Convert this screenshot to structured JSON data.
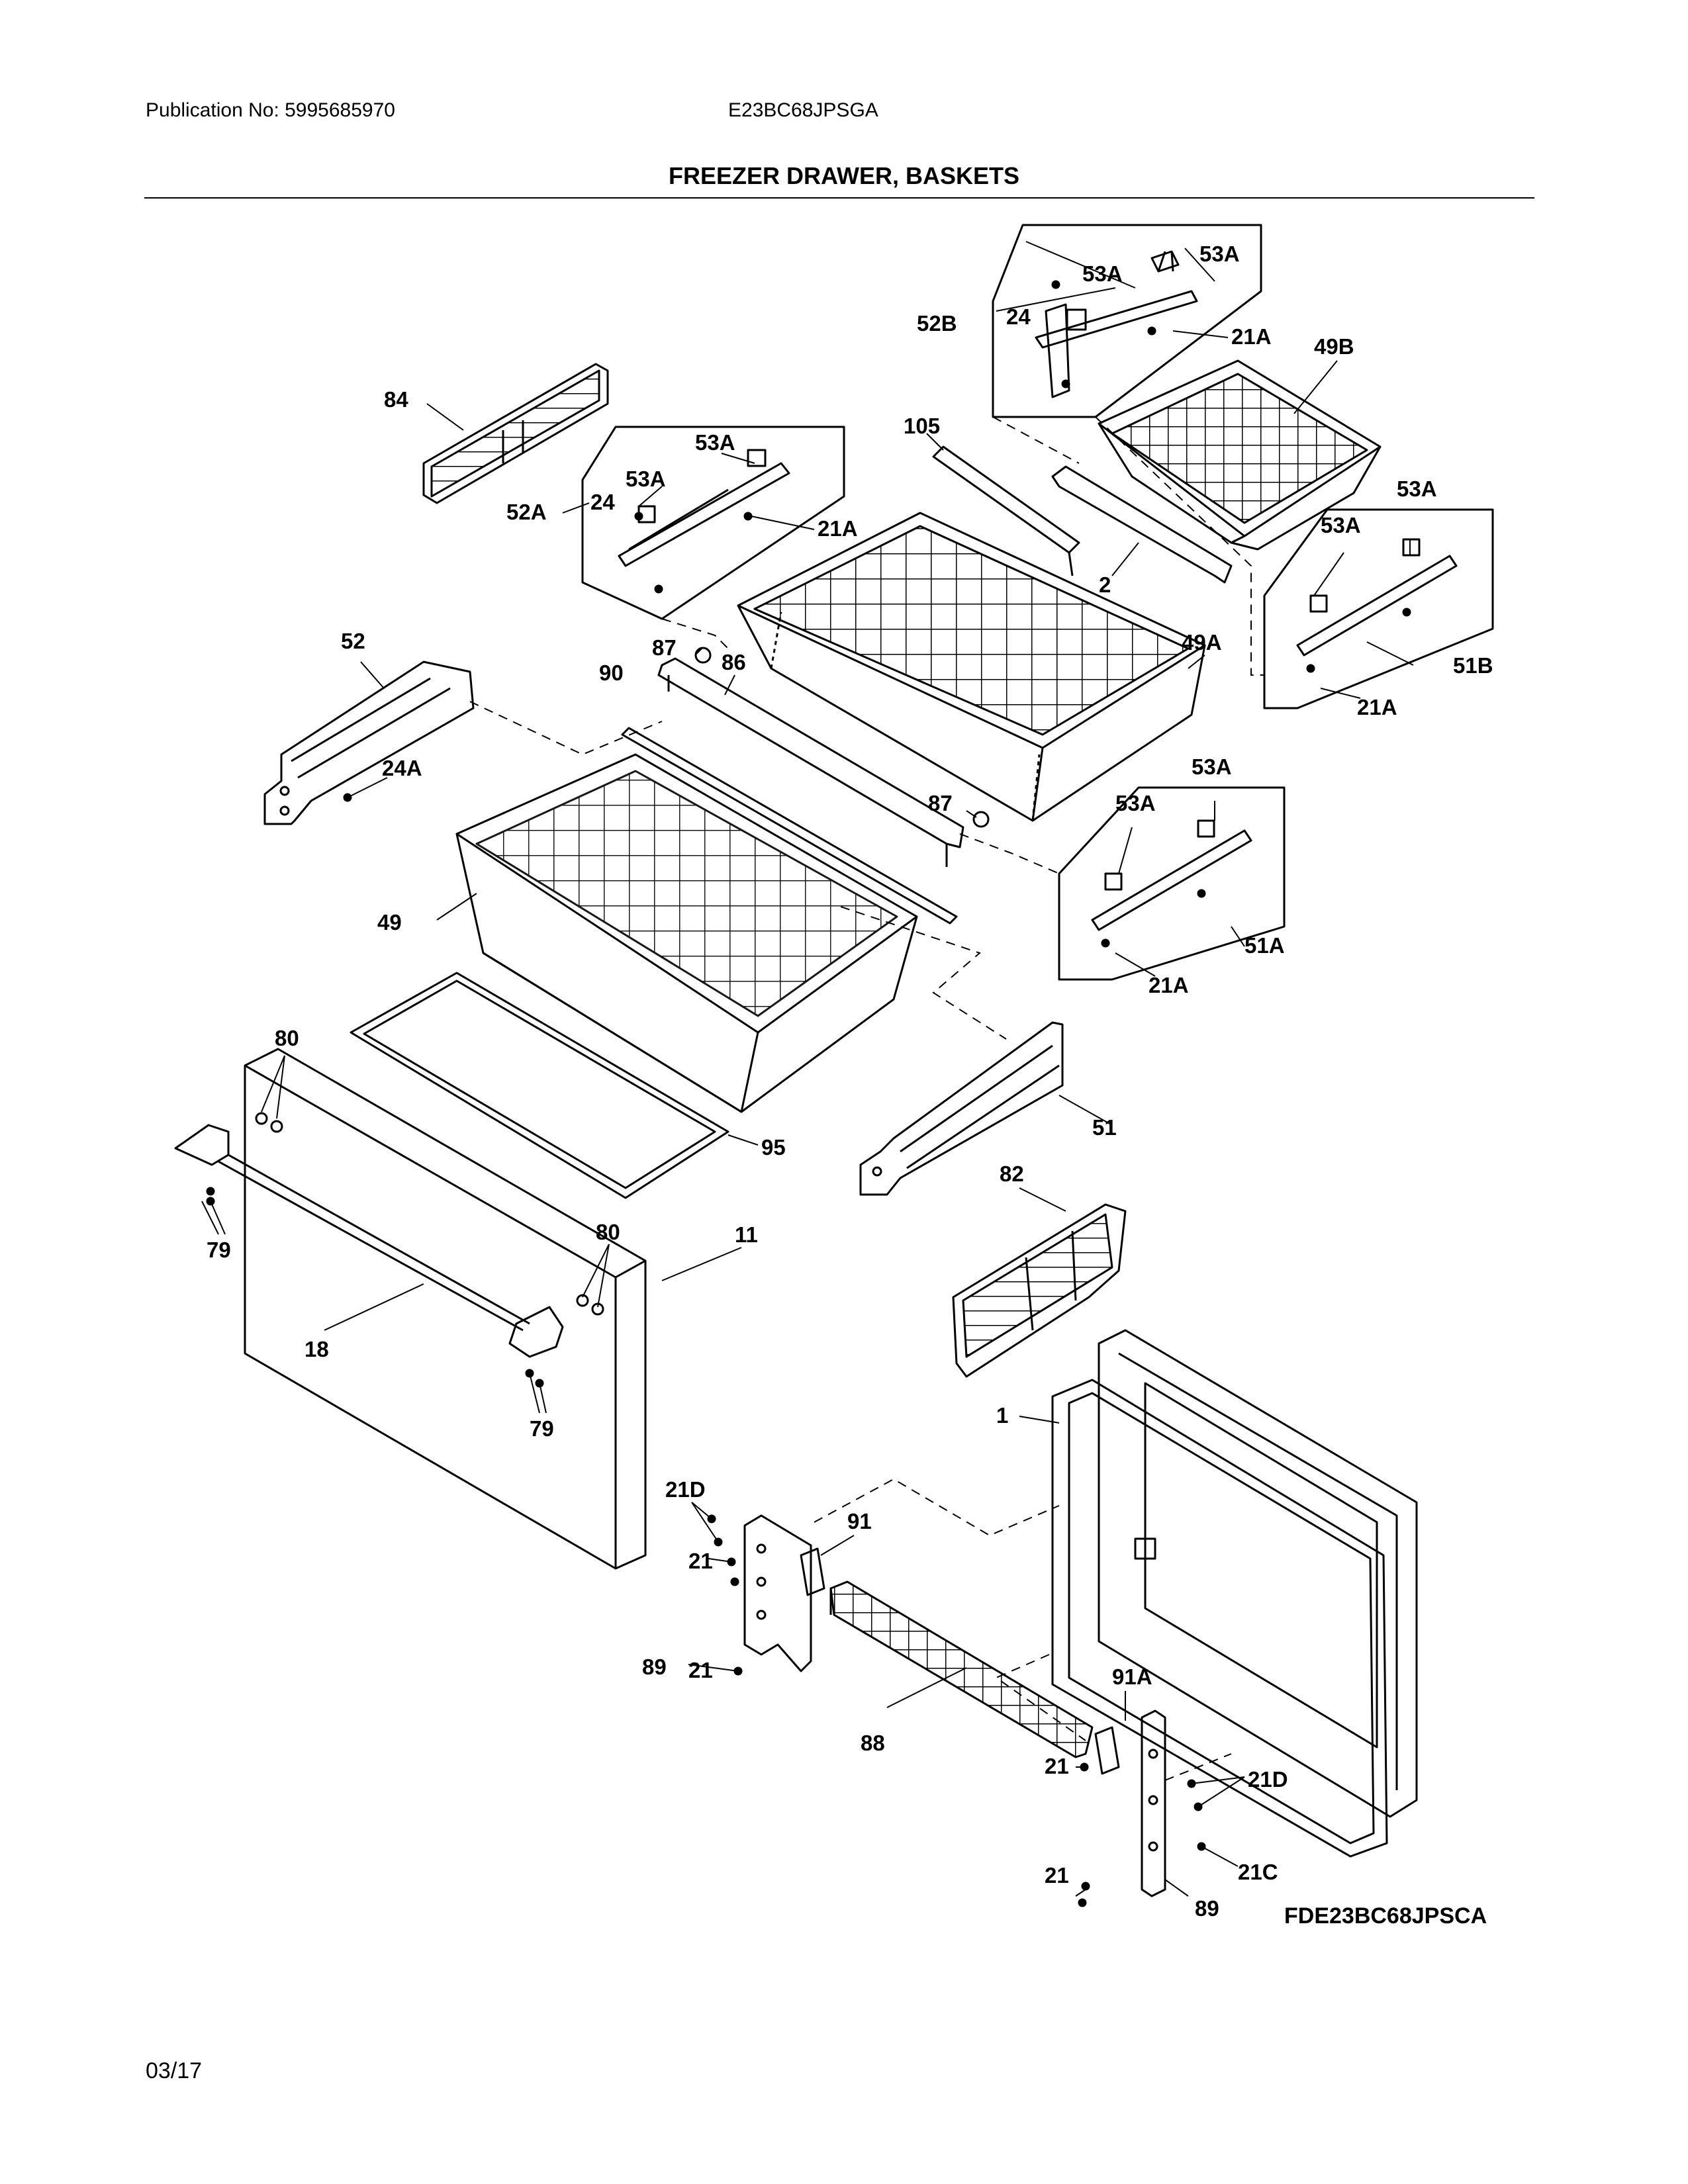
{
  "header": {
    "publication": "Publication No: 5995685970",
    "model": "E23BC68JPSGA",
    "title": "FREEZER DRAWER, BASKETS"
  },
  "footer": {
    "date": "03/17",
    "diagram_code": "FDE23BC68JPSCA"
  },
  "callouts": [
    {
      "id": "c-53a-1",
      "text": "53A"
    },
    {
      "id": "c-53a-2",
      "text": "53A"
    },
    {
      "id": "c-52b",
      "text": "52B"
    },
    {
      "id": "c-24-1",
      "text": "24"
    },
    {
      "id": "c-21a-1",
      "text": "21A"
    },
    {
      "id": "c-49b",
      "text": "49B"
    },
    {
      "id": "c-84",
      "text": "84"
    },
    {
      "id": "c-53a-3",
      "text": "53A"
    },
    {
      "id": "c-53a-4",
      "text": "53A"
    },
    {
      "id": "c-52a",
      "text": "52A"
    },
    {
      "id": "c-24-2",
      "text": "24"
    },
    {
      "id": "c-21a-2",
      "text": "21A"
    },
    {
      "id": "c-105",
      "text": "105"
    },
    {
      "id": "c-2",
      "text": "2"
    },
    {
      "id": "c-53a-5",
      "text": "53A"
    },
    {
      "id": "c-53a-6",
      "text": "53A"
    },
    {
      "id": "c-51b",
      "text": "51B"
    },
    {
      "id": "c-21a-3",
      "text": "21A"
    },
    {
      "id": "c-52",
      "text": "52"
    },
    {
      "id": "c-87-1",
      "text": "87"
    },
    {
      "id": "c-86",
      "text": "86"
    },
    {
      "id": "c-90",
      "text": "90"
    },
    {
      "id": "c-49a",
      "text": "49A"
    },
    {
      "id": "c-24a",
      "text": "24A"
    },
    {
      "id": "c-53a-7",
      "text": "53A"
    },
    {
      "id": "c-53a-8",
      "text": "53A"
    },
    {
      "id": "c-87-2",
      "text": "87"
    },
    {
      "id": "c-51a",
      "text": "51A"
    },
    {
      "id": "c-21a-4",
      "text": "21A"
    },
    {
      "id": "c-49",
      "text": "49"
    },
    {
      "id": "c-80-1",
      "text": "80"
    },
    {
      "id": "c-95",
      "text": "95"
    },
    {
      "id": "c-51",
      "text": "51"
    },
    {
      "id": "c-82",
      "text": "82"
    },
    {
      "id": "c-79-1",
      "text": "79"
    },
    {
      "id": "c-80-2",
      "text": "80"
    },
    {
      "id": "c-11",
      "text": "11"
    },
    {
      "id": "c-18",
      "text": "18"
    },
    {
      "id": "c-79-2",
      "text": "79"
    },
    {
      "id": "c-1",
      "text": "1"
    },
    {
      "id": "c-21d-1",
      "text": "21D"
    },
    {
      "id": "c-91",
      "text": "91"
    },
    {
      "id": "c-21-1",
      "text": "21"
    },
    {
      "id": "c-89-1",
      "text": "89"
    },
    {
      "id": "c-21-2",
      "text": "21"
    },
    {
      "id": "c-91a",
      "text": "91A"
    },
    {
      "id": "c-88",
      "text": "88"
    },
    {
      "id": "c-21-3",
      "text": "21"
    },
    {
      "id": "c-21d-2",
      "text": "21D"
    },
    {
      "id": "c-21c",
      "text": "21C"
    },
    {
      "id": "c-21-4",
      "text": "21"
    },
    {
      "id": "c-89-2",
      "text": "89"
    }
  ]
}
